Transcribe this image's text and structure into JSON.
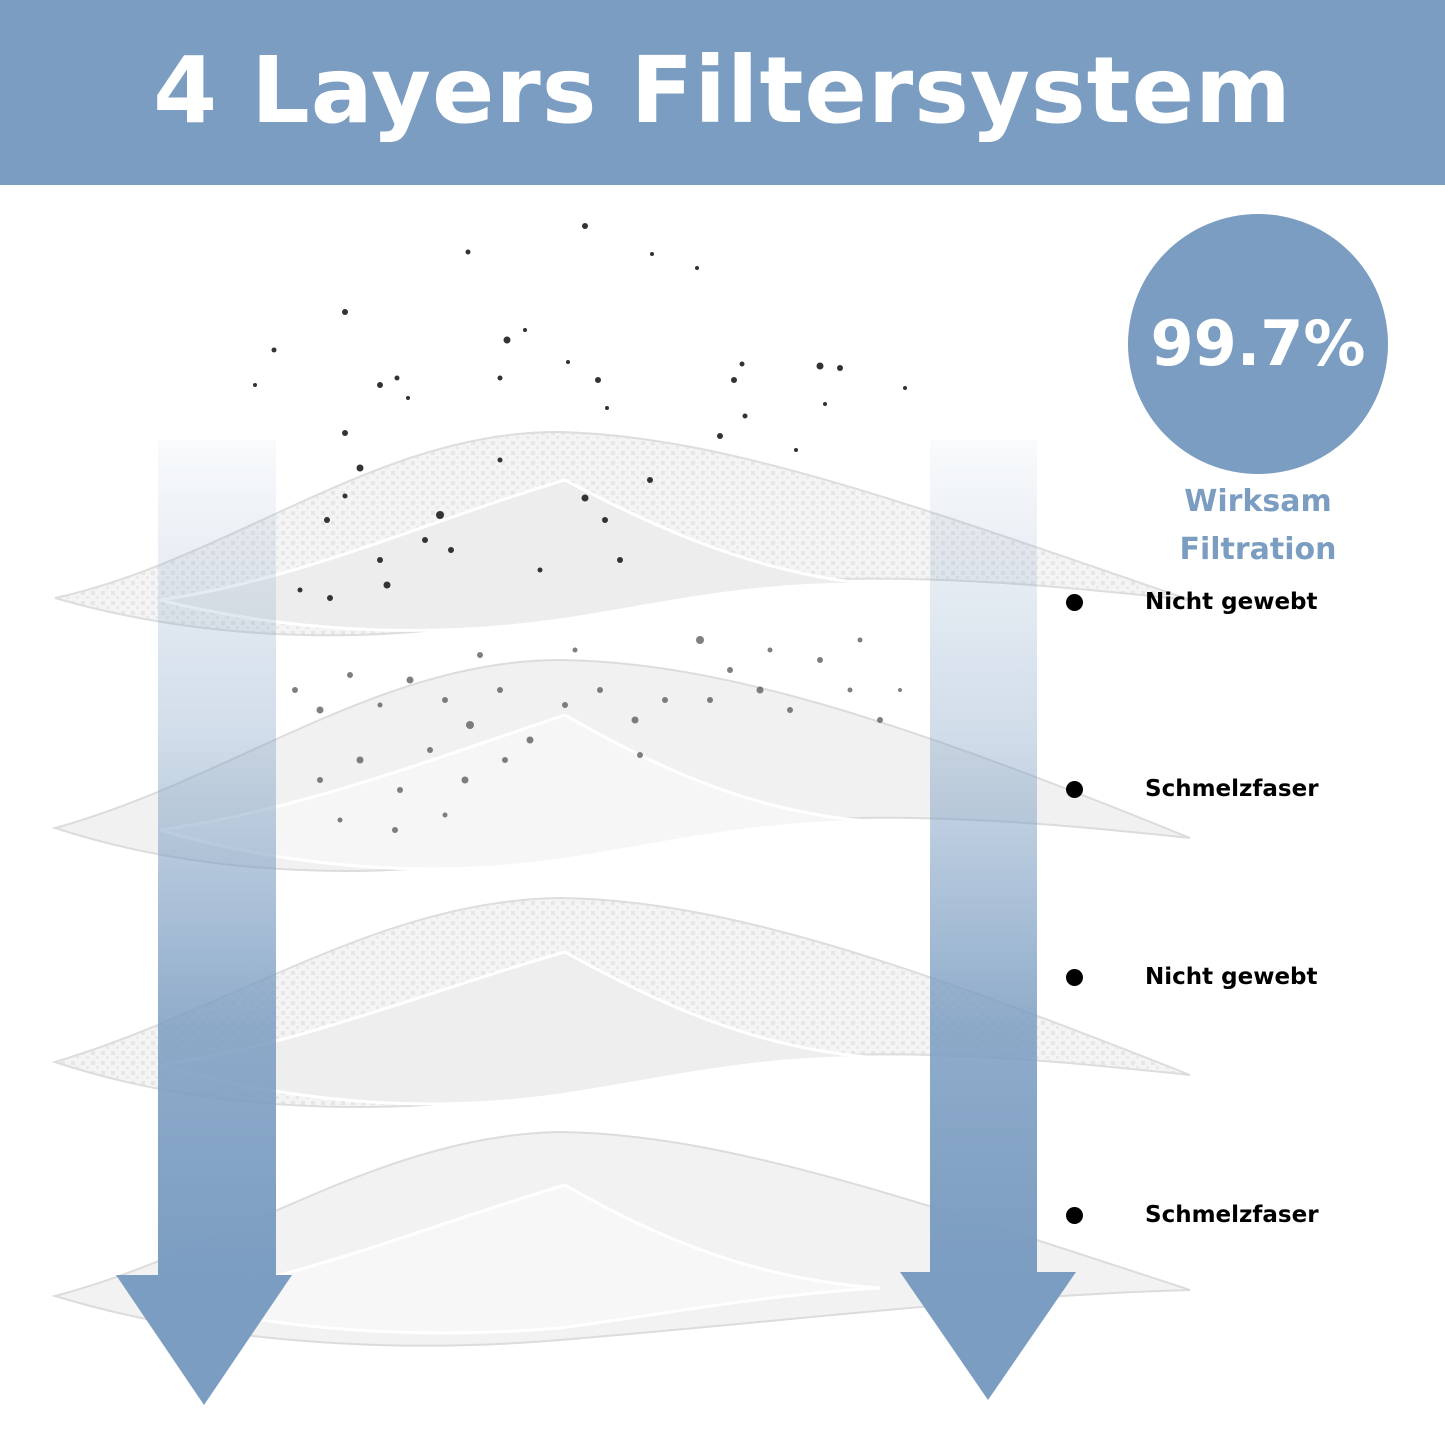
{
  "header": {
    "title": "4 Layers Filtersystem"
  },
  "badge": {
    "value": "99.7%"
  },
  "caption": {
    "line1": "Wirksam",
    "line2": "Filtration"
  },
  "layers": [
    {
      "label": "Nicht gewebt"
    },
    {
      "label": "Schmelzfaser"
    },
    {
      "label": "Nicht gewebt"
    },
    {
      "label": "Schmelzfaser"
    }
  ],
  "colors": {
    "accent": "#7b9dc1",
    "caption_text": "#7b9dc1",
    "layer_fill": "#f3f3f3",
    "particle": "#333333"
  },
  "icons": [
    "filter-layer-sheet",
    "airflow-arrow",
    "dust-particles",
    "bullet-dot"
  ]
}
